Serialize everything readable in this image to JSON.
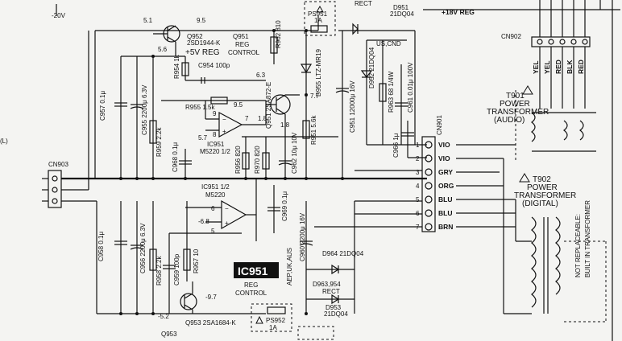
{
  "top": {
    "minus20v": "-20V",
    "plus18v": "+18V REG",
    "rect_top": "RECT",
    "ps951": "PS951",
    "ps951_rating": "1A"
  },
  "left": {
    "cn903": "CN903",
    "l_mark": "(L)",
    "c957": "C957 0.1μ",
    "c955": "C955 2200μ 6.3V",
    "r959": "R959 2.2k",
    "c958": "C958 0.1μ",
    "c956": "C956 2200μ 6.3V",
    "r958": "R958 2.2k",
    "c959": "C959 100p",
    "r957": "R957 10"
  },
  "upper_reg": {
    "v51": "5.1",
    "v95a": "9.5",
    "v56": "5.6",
    "q952": "Q952",
    "q952_part": "2SD1944-K",
    "plus5v": "+5V REG",
    "q951": "Q951",
    "reg": "REG",
    "control": "CONTROL",
    "r962": "R962 810",
    "r954": "R954 1k",
    "c954": "C954 100p",
    "r955": "R955 1.5k",
    "v95b": "9.5",
    "v63": "6.3",
    "q951_part": "Q951 2SA872-E",
    "v77": "7.7",
    "d955": "D955 LTZ-MR19",
    "v18a": "1.8",
    "v18b": "1.8",
    "v57": "5.7",
    "ic951a": "IC951",
    "ic951a_part": "M5220 1/2",
    "pin8": "8",
    "pin9": "9",
    "pin7": "7",
    "c968": "C968 0.1μ",
    "r956": "R956 820",
    "r970": "R970 820",
    "c962": "C962 10μ 10V",
    "r951": "R951 5.6k",
    "c951": "C951 12000μ 16V",
    "d951_top": "D951",
    "d951_part": "21DQ04",
    "us_cnd": "US,CND",
    "r963": "R963 68 1/4W",
    "c961": "C961 0.01μ 100V",
    "d952": "D952 21DQ04",
    "c966": "C966 1μ"
  },
  "lower_reg": {
    "ic951b": "IC951 1/2",
    "ic951b_part": "M5220",
    "v68": "-6.8",
    "pin5": "5",
    "pin6": "6",
    "c969": "C969 0.1μ",
    "ic951_tag": "IC951",
    "reg": "REG",
    "control": "CONTROL",
    "aep": "AEP,UK,AUS",
    "c960": "C960 2200μ 16V",
    "d964": "D964 21DQ04",
    "d963": "D963,954",
    "rect": "RECT",
    "d953": "D953",
    "d953_part": "21DQ04",
    "v97": "-9.7",
    "v52": "-5.2",
    "q953": "Q953 2SA1684-K",
    "ps952": "PS952",
    "ps952_rating": "1A",
    "q953_bottom": "Q953"
  },
  "connector": {
    "name": "CN901",
    "pins": [
      {
        "num": "1",
        "label": "VIO"
      },
      {
        "num": "2",
        "label": "VIO"
      },
      {
        "num": "3",
        "label": "GRY"
      },
      {
        "num": "4",
        "label": "ORG"
      },
      {
        "num": "5",
        "label": "BLU"
      },
      {
        "num": "6",
        "label": "BLU"
      },
      {
        "num": "7",
        "label": "BRN"
      }
    ]
  },
  "cn902": {
    "name": "CN902",
    "wires": [
      "YEL",
      "YEL",
      "RED",
      "BLK",
      "RED"
    ]
  },
  "t901": {
    "line1": "T901",
    "line2": "POWER",
    "line3": "TRANSFORMER",
    "line4": "(AUDIO)"
  },
  "t902": {
    "line1": "T902",
    "line2": "POWER",
    "line3": "TRANSFORMER",
    "line4": "(DIGITAL)"
  },
  "note": {
    "line1": "NOT REPLACEABLE:",
    "line2": "BUILT IN TRANSFORMER"
  }
}
